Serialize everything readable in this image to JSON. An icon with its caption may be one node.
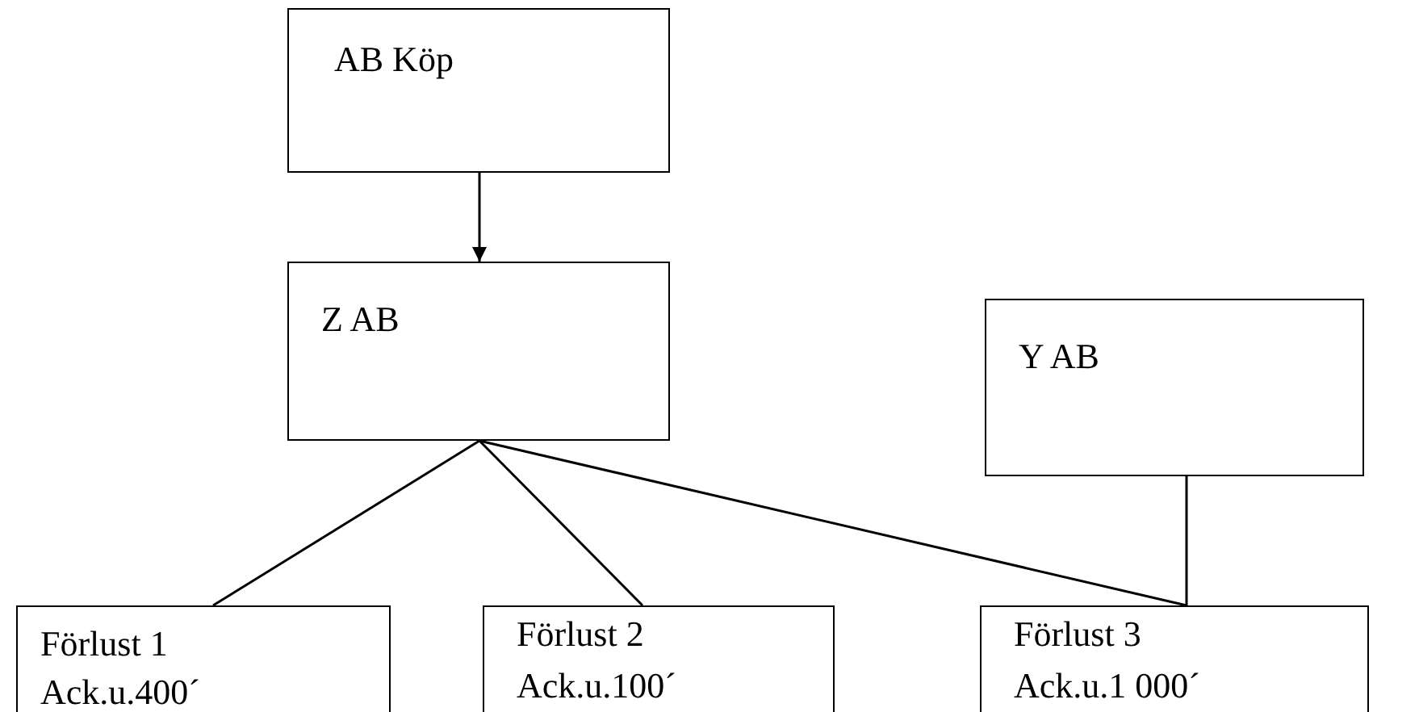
{
  "diagram": {
    "nodes": [
      {
        "text": [
          "AB Köp"
        ]
      },
      {
        "text": [
          "Z AB"
        ]
      },
      {
        "text": [
          "Y AB"
        ]
      },
      {
        "text": [
          "Förlust 1",
          "Ack.u.400´"
        ]
      },
      {
        "text": [
          "Förlust 2",
          "Ack.u.100´"
        ]
      },
      {
        "text": [
          "Förlust 3",
          "Ack.u.1 000´"
        ]
      }
    ],
    "edges": [
      {
        "from": 0,
        "to": 1,
        "arrow": "to"
      },
      {
        "from": 1,
        "to": 3,
        "arrow": "none"
      },
      {
        "from": 1,
        "to": 4,
        "arrow": "none"
      },
      {
        "from": 1,
        "to": 5,
        "arrow": "none"
      },
      {
        "from": 2,
        "to": 5,
        "arrow": "none"
      }
    ]
  }
}
